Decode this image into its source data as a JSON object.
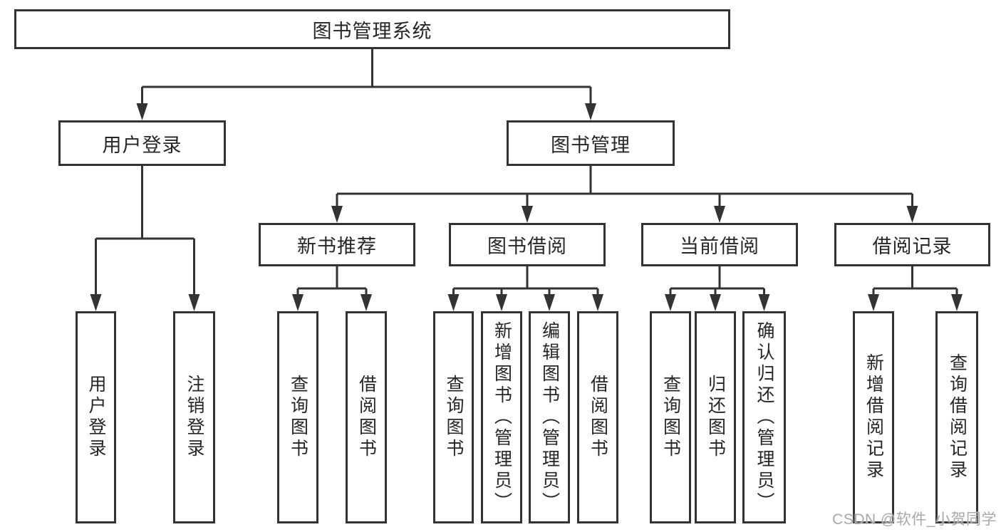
{
  "diagram": {
    "root": {
      "label": "图书管理系统",
      "children": [
        {
          "label": "用户登录",
          "children": [
            {
              "label": "用户登录"
            },
            {
              "label": "注销登录"
            }
          ]
        },
        {
          "label": "图书管理",
          "children": [
            {
              "label": "新书推荐",
              "children": [
                {
                  "label": "查询图书"
                },
                {
                  "label": "借阅图书"
                }
              ]
            },
            {
              "label": "图书借阅",
              "children": [
                {
                  "label": "查询图书"
                },
                {
                  "label": "新增图书（管理员）"
                },
                {
                  "label": "编辑图书（管理员）"
                },
                {
                  "label": "借阅图书"
                }
              ]
            },
            {
              "label": "当前借阅",
              "children": [
                {
                  "label": "查询图书"
                },
                {
                  "label": "归还图书"
                },
                {
                  "label": "确认归还（管理员）"
                }
              ]
            },
            {
              "label": "借阅记录",
              "children": [
                {
                  "label": "新增借阅记录"
                },
                {
                  "label": "查询借阅记录"
                }
              ]
            }
          ]
        }
      ]
    }
  },
  "watermark": {
    "text": "CSDN @软件_小贺同学"
  },
  "colors": {
    "line": "#333333",
    "box_border": "#333333",
    "box_background": "#ffffff",
    "text": "#262626",
    "watermark": "#a8a8a8"
  }
}
